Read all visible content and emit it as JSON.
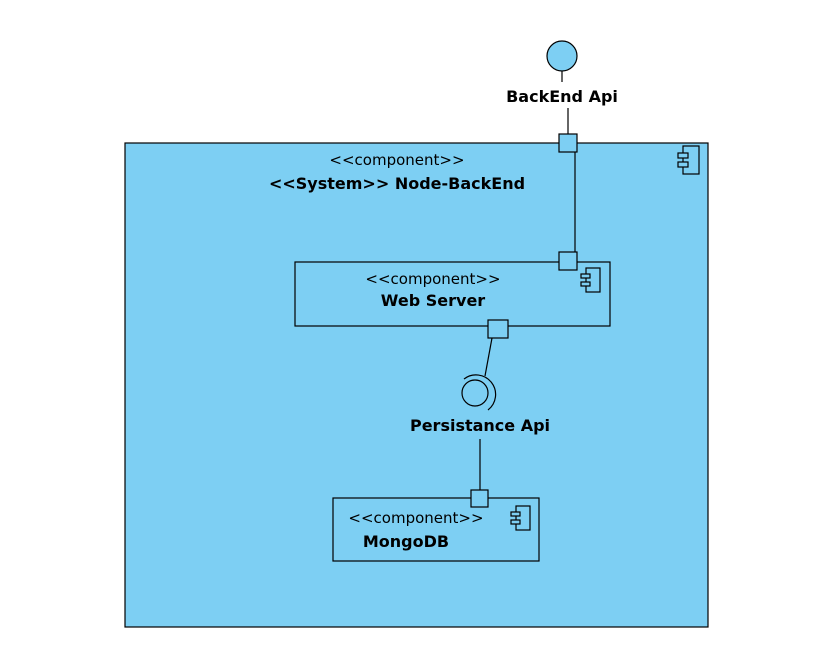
{
  "colors": {
    "component_fill": "#7dcff3",
    "stroke": "#000000",
    "background": "#ffffff"
  },
  "interface_provided": {
    "label": "BackEnd Api"
  },
  "system": {
    "stereotype": "<<component>>",
    "name": "<<System>> Node-BackEnd",
    "icon": "component-icon"
  },
  "web_server": {
    "stereotype": "<<component>>",
    "name": "Web Server",
    "icon": "component-icon"
  },
  "interface_required": {
    "label": "Persistance Api"
  },
  "mongodb": {
    "stereotype": "<<component>>",
    "name": "MongoDB",
    "icon": "component-icon"
  }
}
